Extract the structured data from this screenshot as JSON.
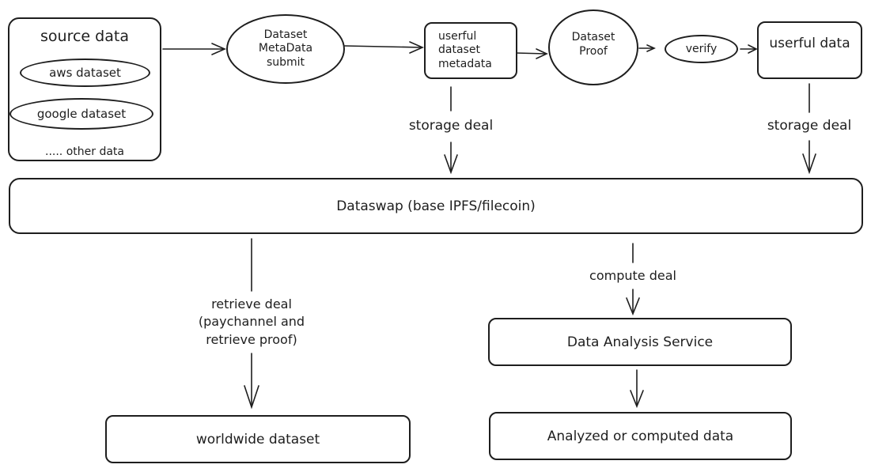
{
  "source": {
    "title": "source data",
    "items": [
      "aws dataset",
      "google dataset"
    ],
    "other": "..... other data"
  },
  "metadata_submit": "Dataset\nMetaData\nsubmit",
  "useful_metadata": "userful\ndataset\nmetadata",
  "dataset_proof": "Dataset\nProof",
  "verify": "verify",
  "useful_data": "userful data",
  "storage_deal_left": "storage deal",
  "storage_deal_right": "storage deal",
  "dataswap": "Dataswap (base IPFS/filecoin)",
  "retrieve_deal": "retrieve deal\n(paychannel and\nretrieve proof)",
  "compute_deal": "compute deal",
  "analysis_service": "Data Analysis Service",
  "worldwide": "worldwide dataset",
  "analyzed": "Analyzed or computed data"
}
